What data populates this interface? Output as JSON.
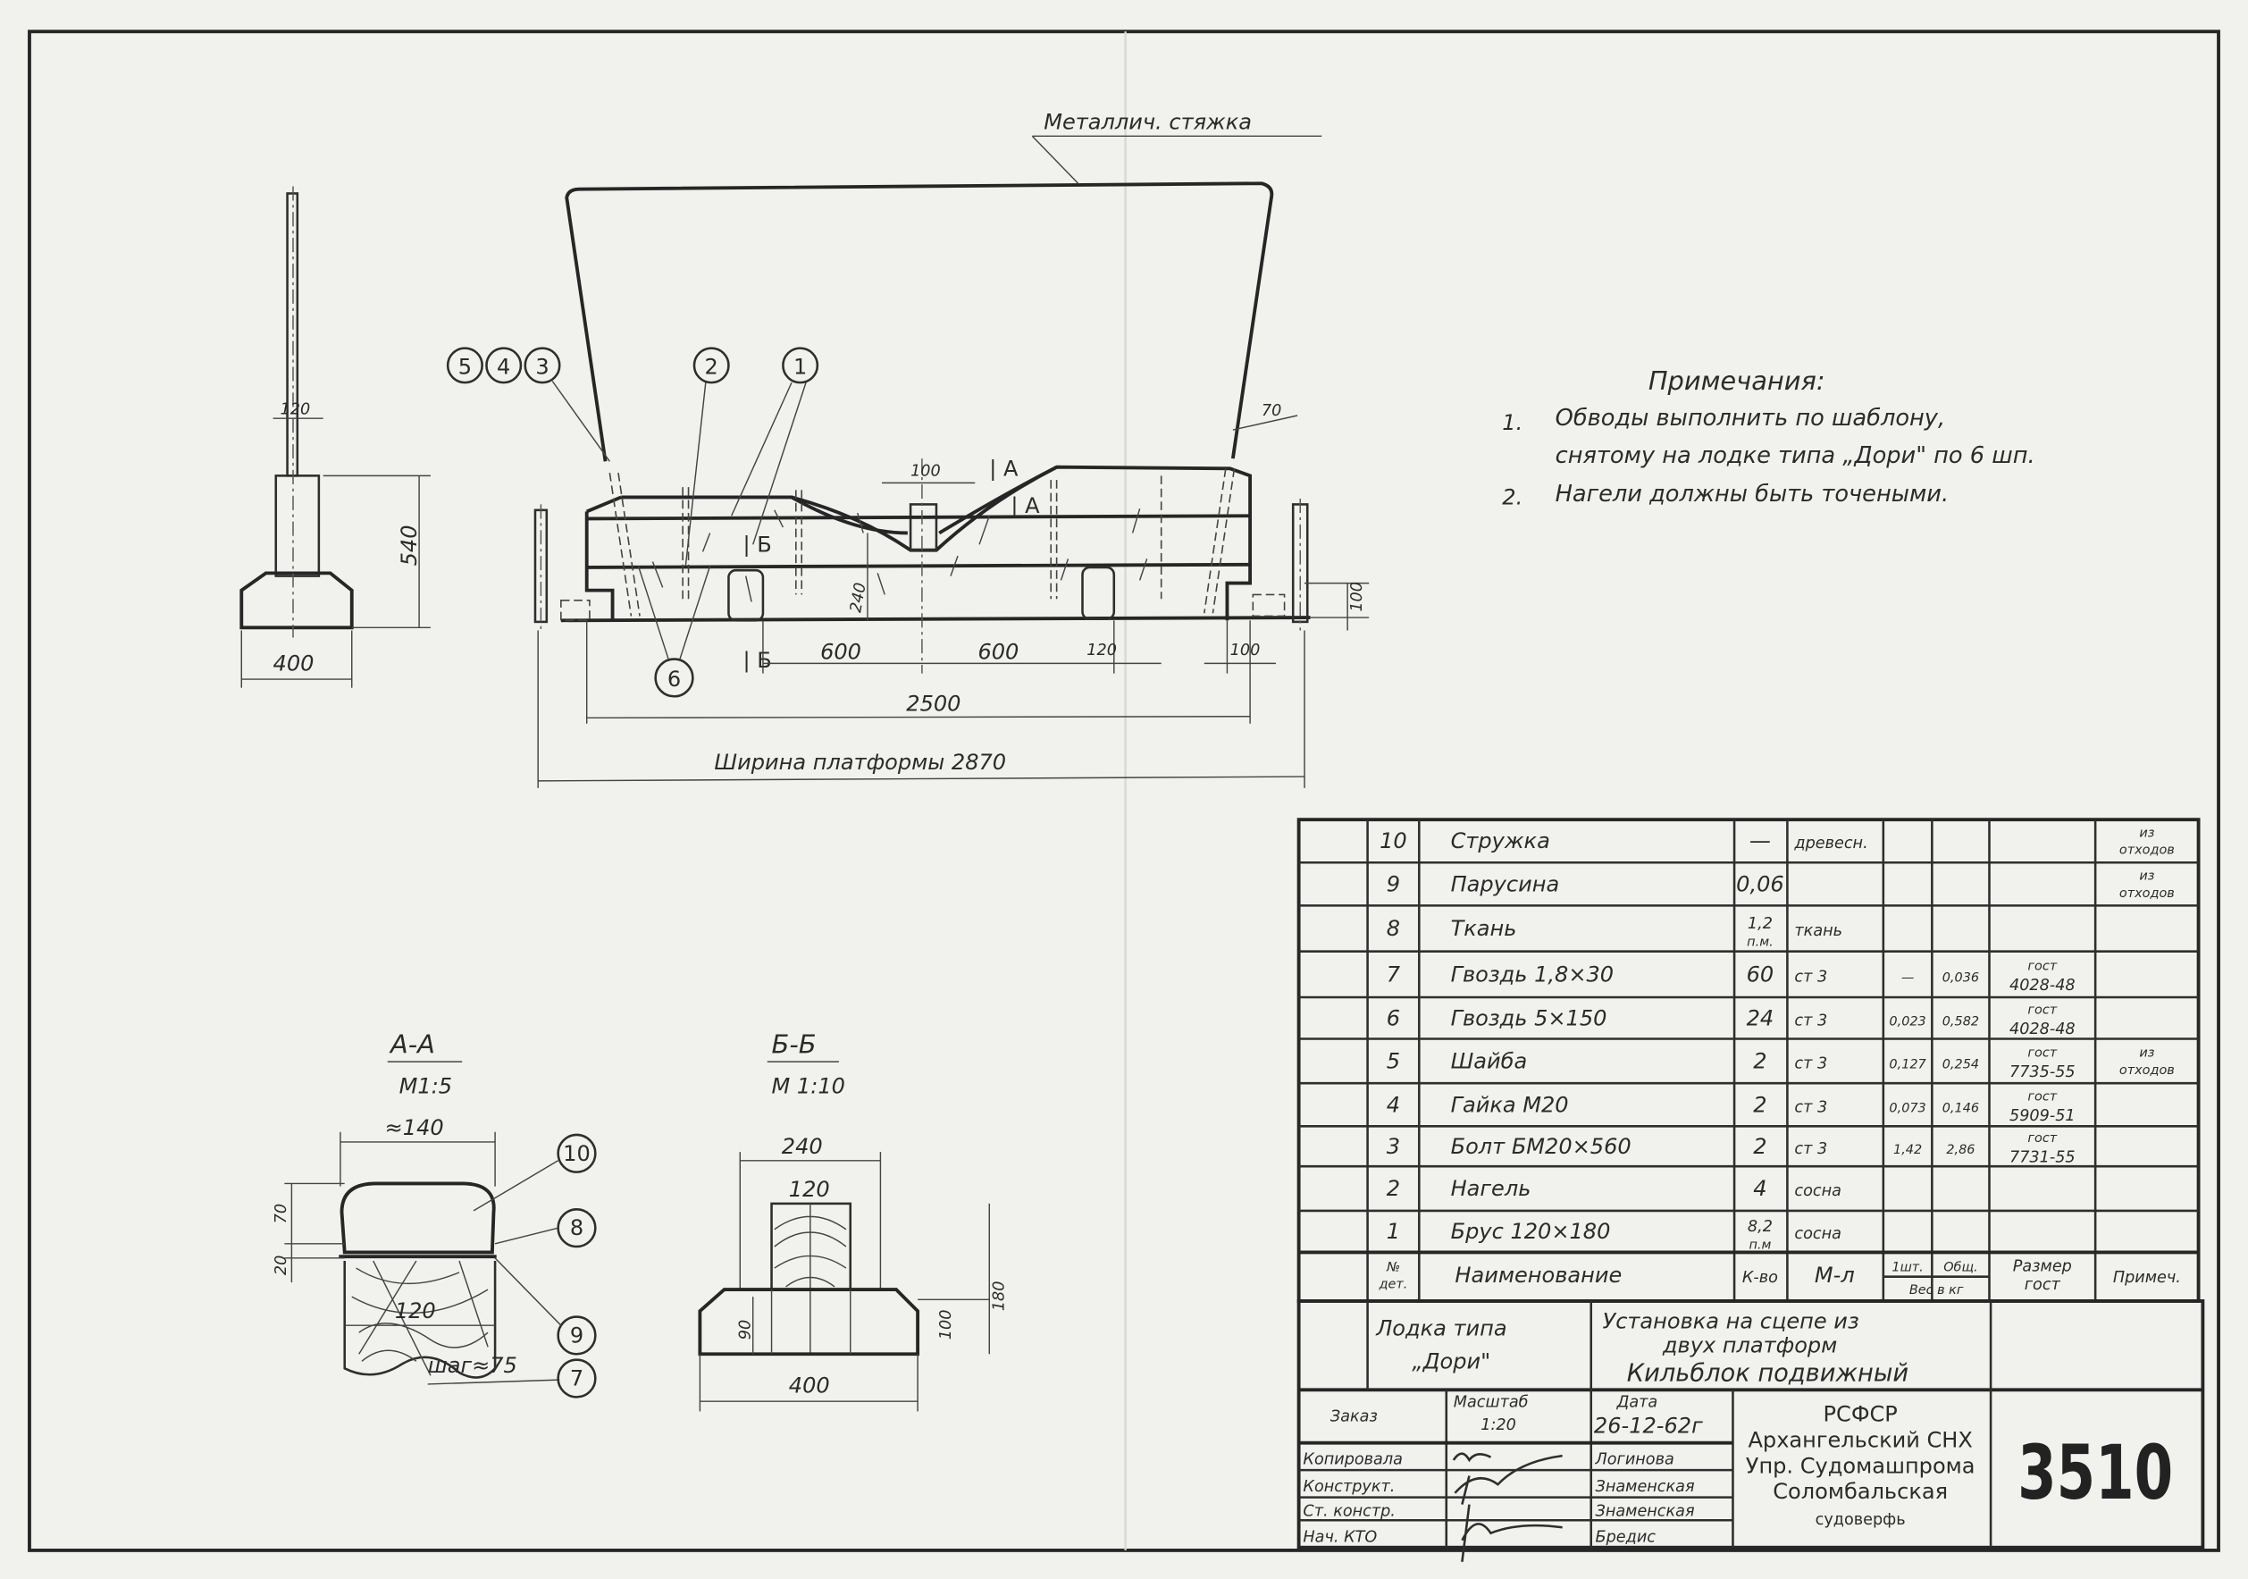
{
  "drawing": {
    "tie_label": "Металлич. стяжка",
    "balloons": {
      "b5": "5",
      "b4": "4",
      "b3": "3",
      "b2": "2",
      "b1": "1",
      "b6": "6"
    },
    "dims": {
      "d100_top": "100",
      "sectA_1": "А",
      "sectA_2": "А",
      "sectB_1": "Б",
      "sectB_2": "Б",
      "d240": "240",
      "d600_1": "600",
      "d600_2": "600",
      "d120": "120",
      "d100_bot": "100",
      "d100_right": "100",
      "d70": "70",
      "d2500": "2500",
      "platform_width": "Ширина платформы 2870"
    },
    "side_view": {
      "d120": "120",
      "d540": "540",
      "d400": "400"
    }
  },
  "notes": {
    "title": "Примечания:",
    "items": [
      {
        "num": "1.",
        "lines": [
          "Обводы выполнить по шаблону,",
          "снятому на лодке типа „Дори\" по 6 шп."
        ]
      },
      {
        "num": "2.",
        "lines": [
          "Нагели должны быть точеными."
        ]
      }
    ]
  },
  "section_aa": {
    "title": "А-А",
    "scale": "М1:5",
    "d140": "≈140",
    "d70": "70",
    "d20": "20",
    "d120": "120",
    "step": "шаг≈75",
    "balloons": [
      "10",
      "8",
      "9",
      "7"
    ]
  },
  "section_bb": {
    "title": "Б-Б",
    "scale": "М 1:10",
    "d240": "240",
    "d120": "120",
    "d90": "90",
    "d100": "100",
    "d180": "180",
    "d400": "400"
  },
  "table": {
    "rows": [
      {
        "num": "10",
        "name": "Стружка",
        "qty": [
          "—"
        ],
        "mat": "древесн.",
        "w1": "",
        "wt": "",
        "gost": [
          "",
          ""
        ],
        "note": [
          "из",
          "отходов"
        ]
      },
      {
        "num": "9",
        "name": "Парусина",
        "qty": [
          "0,06"
        ],
        "mat": "",
        "w1": "",
        "wt": "",
        "gost": [
          "",
          ""
        ],
        "note": [
          "из",
          "отходов"
        ]
      },
      {
        "num": "8",
        "name": "Ткань",
        "qty": [
          "1,2",
          "п.м."
        ],
        "mat": "ткань",
        "w1": "",
        "wt": "",
        "gost": [
          "",
          ""
        ],
        "note": [
          "",
          ""
        ]
      },
      {
        "num": "7",
        "name": "Гвоздь  1,8×30",
        "qty": [
          "60"
        ],
        "mat": "ст 3",
        "w1": "—",
        "wt": "0,036",
        "gost": [
          "гост",
          "4028-48"
        ],
        "note": [
          "",
          ""
        ]
      },
      {
        "num": "6",
        "name": "Гвоздь  5×150",
        "qty": [
          "24"
        ],
        "mat": "ст 3",
        "w1": "0,023",
        "wt": "0,582",
        "gost": [
          "гост",
          "4028-48"
        ],
        "note": [
          "",
          ""
        ]
      },
      {
        "num": "5",
        "name": "Шайба",
        "qty": [
          "2"
        ],
        "mat": "ст 3",
        "w1": "0,127",
        "wt": "0,254",
        "gost": [
          "гост",
          "7735-55"
        ],
        "note": [
          "из",
          "отходов"
        ]
      },
      {
        "num": "4",
        "name": "Гайка  М20",
        "qty": [
          "2"
        ],
        "mat": "ст 3",
        "w1": "0,073",
        "wt": "0,146",
        "gost": [
          "гост",
          "5909-51"
        ],
        "note": [
          "",
          ""
        ]
      },
      {
        "num": "3",
        "name": "Болт БМ20×560",
        "qty": [
          "2"
        ],
        "mat": "ст 3",
        "w1": "1,42",
        "wt": "2,86",
        "gost": [
          "гост",
          "7731-55"
        ],
        "note": [
          "",
          ""
        ]
      },
      {
        "num": "2",
        "name": "Нагель",
        "qty": [
          "4"
        ],
        "mat": "сосна",
        "w1": "",
        "wt": "",
        "gost": [
          "",
          ""
        ],
        "note": [
          "",
          ""
        ]
      },
      {
        "num": "1",
        "name": "Брус 120×180",
        "qty": [
          "8,2",
          "п.м"
        ],
        "mat": "сосна",
        "w1": "",
        "wt": "",
        "gost": [
          "",
          ""
        ],
        "note": [
          "",
          ""
        ]
      }
    ],
    "header": {
      "num": [
        "№",
        "дет."
      ],
      "name": "Наименование",
      "qty": "К-во",
      "mat": "М-л",
      "w1": "1шт.",
      "wt": "Общ.",
      "weight": "Вес в кг",
      "gost": [
        "Размер",
        "гост"
      ],
      "note": "Примеч."
    }
  },
  "title_block": {
    "boat": [
      "Лодка типа",
      "„Дори\""
    ],
    "title": [
      "Установка на сцепе из",
      "двух платформ",
      "Кильблок подвижный"
    ],
    "order_label": "Заказ",
    "scale_label": "Масштаб",
    "scale": "1:20",
    "date_label": "Дата",
    "date": "26-12-62г",
    "roles": [
      {
        "role": "Копировала",
        "name": "Логинова"
      },
      {
        "role": "Конструкт.",
        "name": "Знаменская"
      },
      {
        "role": "Ст. констр.",
        "name": "Знаменская"
      },
      {
        "role": "Нач. КТО",
        "name": "Бредис"
      }
    ],
    "org": [
      "РСФСР",
      "Архангельский СНХ",
      "Упр. Судомашпрома",
      "Соломбальская",
      "судоверфь"
    ],
    "sheet_number": "3510"
  }
}
